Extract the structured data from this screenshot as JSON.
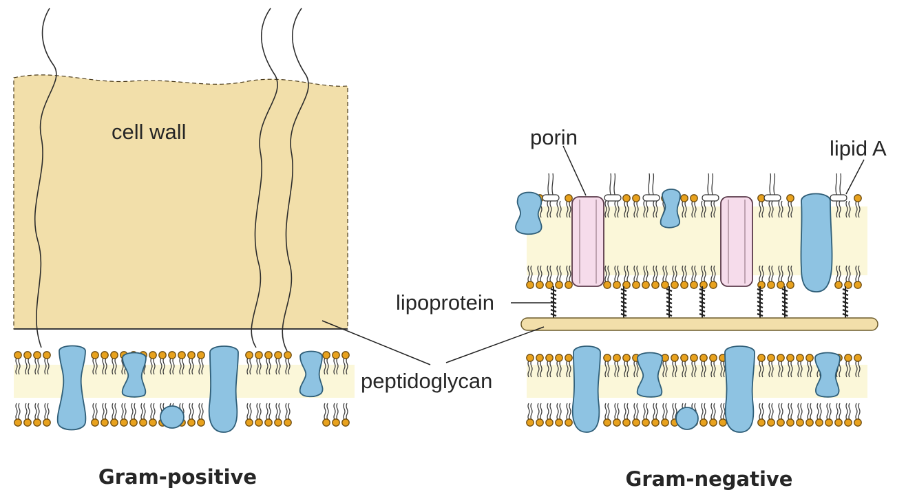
{
  "labels": {
    "cell_wall": "cell wall",
    "porin": "porin",
    "lipid_a": "lipid A",
    "lipoprotein": "lipoprotein",
    "peptidoglycan": "peptidoglycan"
  },
  "panels": {
    "left_title": "Gram-positive",
    "right_title": "Gram-negative"
  },
  "colors": {
    "cell_wall_fill": "#f2dfaa",
    "membrane_band": "#fbf7d9",
    "lipid_head": "#e8a21e",
    "protein": "#8ec3e2",
    "porin": "#f6dceb",
    "peptidoglycan_layer": "#f2dfaa"
  }
}
